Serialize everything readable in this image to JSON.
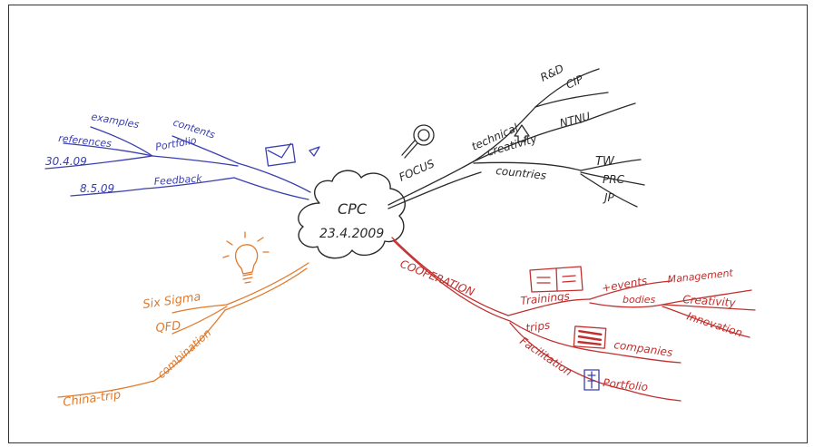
{
  "center": {
    "title": "CPC",
    "date": "23.4.2009"
  },
  "colors": {
    "blue": "#3a3fb0",
    "dark": "#2a2a2a",
    "red": "#c1302e",
    "orange": "#e07a2c",
    "stamp": "#c33"
  },
  "top_left": {
    "contents": "contents",
    "portfolio": "Portfolio",
    "examples": "examples",
    "references": "references",
    "date1": "30.4.09",
    "feedback": "Feedback",
    "date2": "8.5.09"
  },
  "top_right": {
    "focus": "FOCUS",
    "technical": "technical",
    "rd": "R&D",
    "cip": "CIP",
    "creativity": "creativity",
    "ntnu": "NTNU",
    "countries": "countries",
    "tw": "TW",
    "prc": "PRC",
    "jp": "JP"
  },
  "bottom_right": {
    "cooperation": "COOPERATION",
    "trainings": "Trainings",
    "events": "+events",
    "bodies": "bodies",
    "management": "Management",
    "creativity": "Creativity",
    "innovation": "Innovation",
    "trips": "trips",
    "companies": "companies",
    "facilitation": "Facilitation",
    "portfolio": "Portfolio"
  },
  "bottom_left": {
    "six_sigma": "Six Sigma",
    "qfd": "QFD",
    "combination": "combination",
    "china_trip": "China-trip"
  }
}
